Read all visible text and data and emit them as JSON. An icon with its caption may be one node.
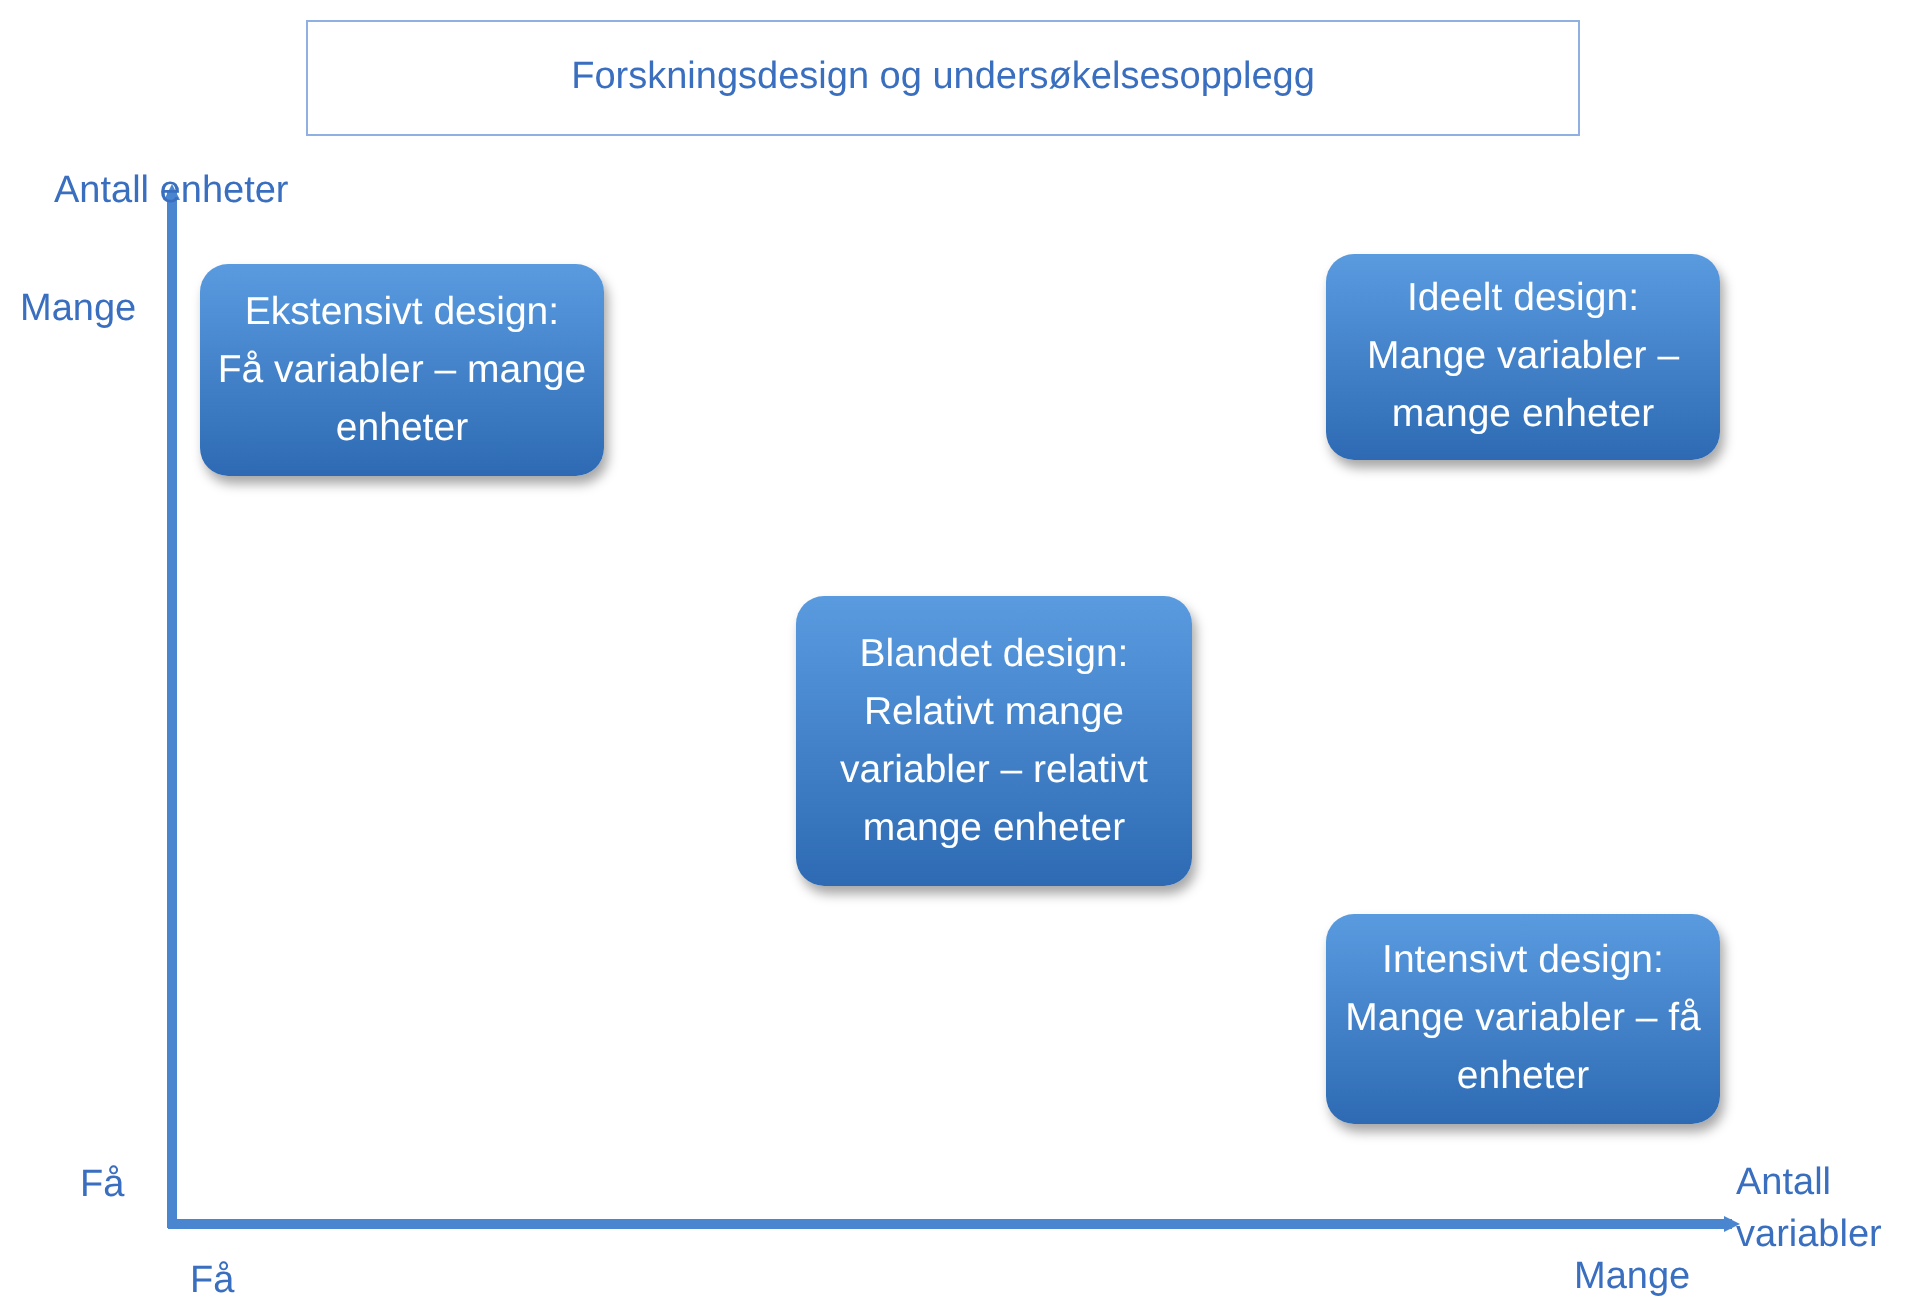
{
  "diagram": {
    "title": "Forskningsdesign og undersøkelsesopplegg",
    "nodes": [
      {
        "text": [
          "Ekstensivt design:",
          "Få variabler – mange enheter"
        ]
      },
      {
        "text": [
          "Ideelt design:",
          "Mange variabler – mange enheter"
        ]
      },
      {
        "text": [
          "Blandet design:",
          "Relativt mange variabler – relativt mange enheter"
        ]
      },
      {
        "text": [
          "Intensivt design:",
          "Mange variabler – få enheter"
        ]
      }
    ],
    "labels": [
      "Antall enheter",
      "Mange",
      "Få",
      "Antall variabler",
      "Få",
      "Mange"
    ]
  }
}
